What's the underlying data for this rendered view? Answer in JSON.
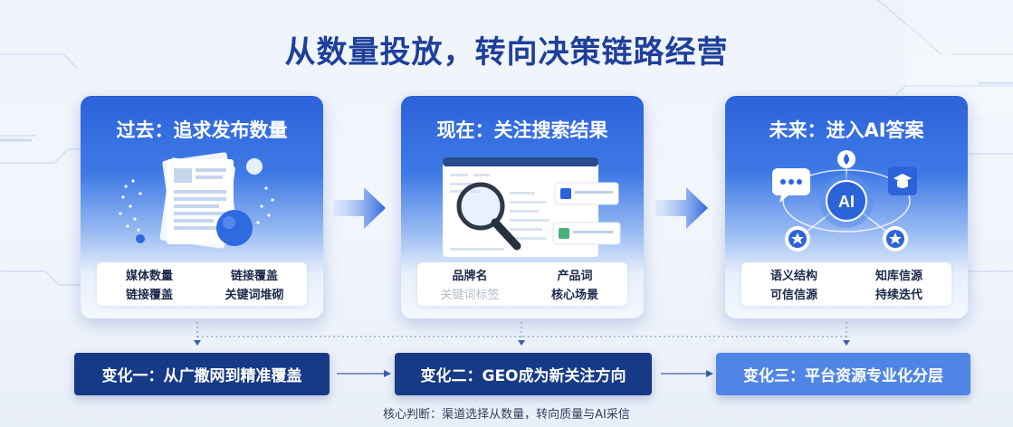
{
  "title": "从数量投放，转向决策链路经营",
  "cards": [
    {
      "title": "过去：追求发布数量",
      "tags": [
        "媒体数量",
        "链接覆盖",
        "链接覆盖",
        "关键词堆砌"
      ],
      "faint": [
        false,
        false,
        false,
        false
      ]
    },
    {
      "title": "现在：关注搜索结果",
      "tags": [
        "品牌名",
        "产品词",
        "关键词标签",
        "核心场景"
      ],
      "faint": [
        false,
        false,
        true,
        false
      ]
    },
    {
      "title": "未来：进入AI答案",
      "tags": [
        "语义结构",
        "知库信源",
        "可信信源",
        "持续迭代"
      ],
      "faint": [
        false,
        false,
        false,
        false
      ],
      "ai_label": "AI"
    }
  ],
  "changes": [
    {
      "label": "变化一：从广撒网到精准覆盖",
      "color": "#173a86"
    },
    {
      "label": "变化二：GEO成为新关注方向",
      "color": "#173a86"
    },
    {
      "label": "变化三：平台资源专业化分层",
      "color": "#4f86e6"
    }
  ],
  "footer": "核心判断：渠道选择从数量，转向质量与AI采信",
  "colors": {
    "accent": "#2c63d9",
    "title": "#1e3f9a",
    "dark_box": "#173a86",
    "light_box": "#4f86e6"
  },
  "icons": [
    "document-stack-icon",
    "magnifier-icon",
    "chat-bubble-icon",
    "graduation-cap-icon",
    "star-icon",
    "ai-hub-icon",
    "chevron-right-arrow-icon"
  ]
}
